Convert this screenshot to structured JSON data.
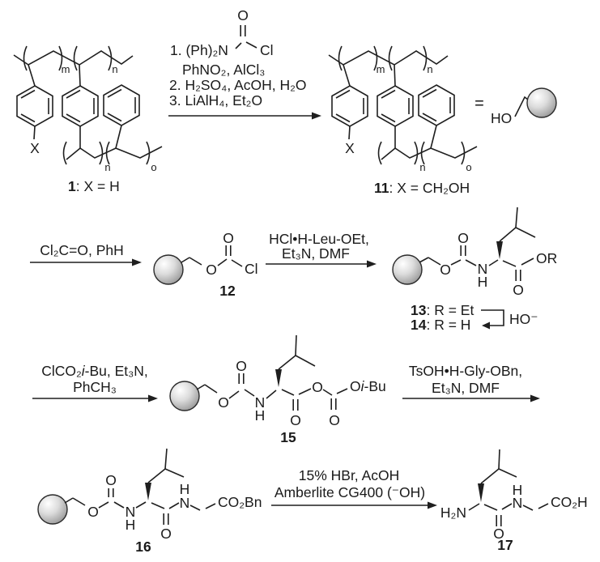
{
  "scheme": {
    "polymer": {
      "sub_m": "m",
      "sub_n_top": "n",
      "sub_n_bot": "n",
      "sub_o": "o",
      "x": "X"
    },
    "compound1": {
      "num": "1",
      "rest": ": X = H"
    },
    "compound11": {
      "num": "11",
      "rest": ": X = CH₂OH"
    },
    "step1": {
      "o": "O",
      "amine": "1. (Ph)₂N",
      "cl": "Cl",
      "line2": "PhNO₂, AlCl₃",
      "line3": "2. H₂SO₄, AcOH, H₂O",
      "line4": "3. LiAlH₄, Et₂O"
    },
    "legend": {
      "equals": "=",
      "ho": "HO"
    },
    "step2": {
      "line1": "Cl₂C=O, PhH"
    },
    "compound12": {
      "o_ester": "O",
      "o_carbonyl": "O",
      "cl": "Cl",
      "num": "12"
    },
    "step3": {
      "line1": "HCl•H-Leu-OEt,",
      "line2": "Et₃N, DMF"
    },
    "compound13": {
      "o_ester": "O",
      "o_carbonyl": "O",
      "n": "N",
      "h": "H",
      "o_acyl": "O",
      "or": "OR"
    },
    "saponification": {
      "c13_num": "13",
      "c13_rest": ": R = Et",
      "c14_num": "14",
      "c14_rest": ": R = H",
      "reagent": "HO⁻"
    },
    "step4": {
      "line1_pre": "ClCO₂",
      "line1_i": "i",
      "line1_post": "-Bu, Et₃N,",
      "line2": "PhCH₃"
    },
    "compound15": {
      "o_ester": "O",
      "o_carbonyl": "O",
      "n": "N",
      "h": "H",
      "o_acyl1": "O",
      "o_center": "O",
      "o_acyl2": "O",
      "oibu_pre": "O",
      "oibu_i": "i",
      "oibu_post": "-Bu",
      "num": "15"
    },
    "step5": {
      "line1": "TsOH•H-Gly-OBn,",
      "line2": "Et₃N, DMF"
    },
    "compound16": {
      "o_ester": "O",
      "o_carbonyl": "O",
      "n1": "N",
      "h1": "H",
      "o_amide": "O",
      "h2": "H",
      "n2": "N",
      "ester": "CO₂Bn",
      "num": "16"
    },
    "step6": {
      "line1": "15% HBr, AcOH",
      "line2": "Amberlite CG400 (⁻OH)"
    },
    "compound17": {
      "amine": "H₂N",
      "o_amide": "O",
      "h": "H",
      "n": "N",
      "acid": "CO₂H",
      "num": "17"
    }
  }
}
